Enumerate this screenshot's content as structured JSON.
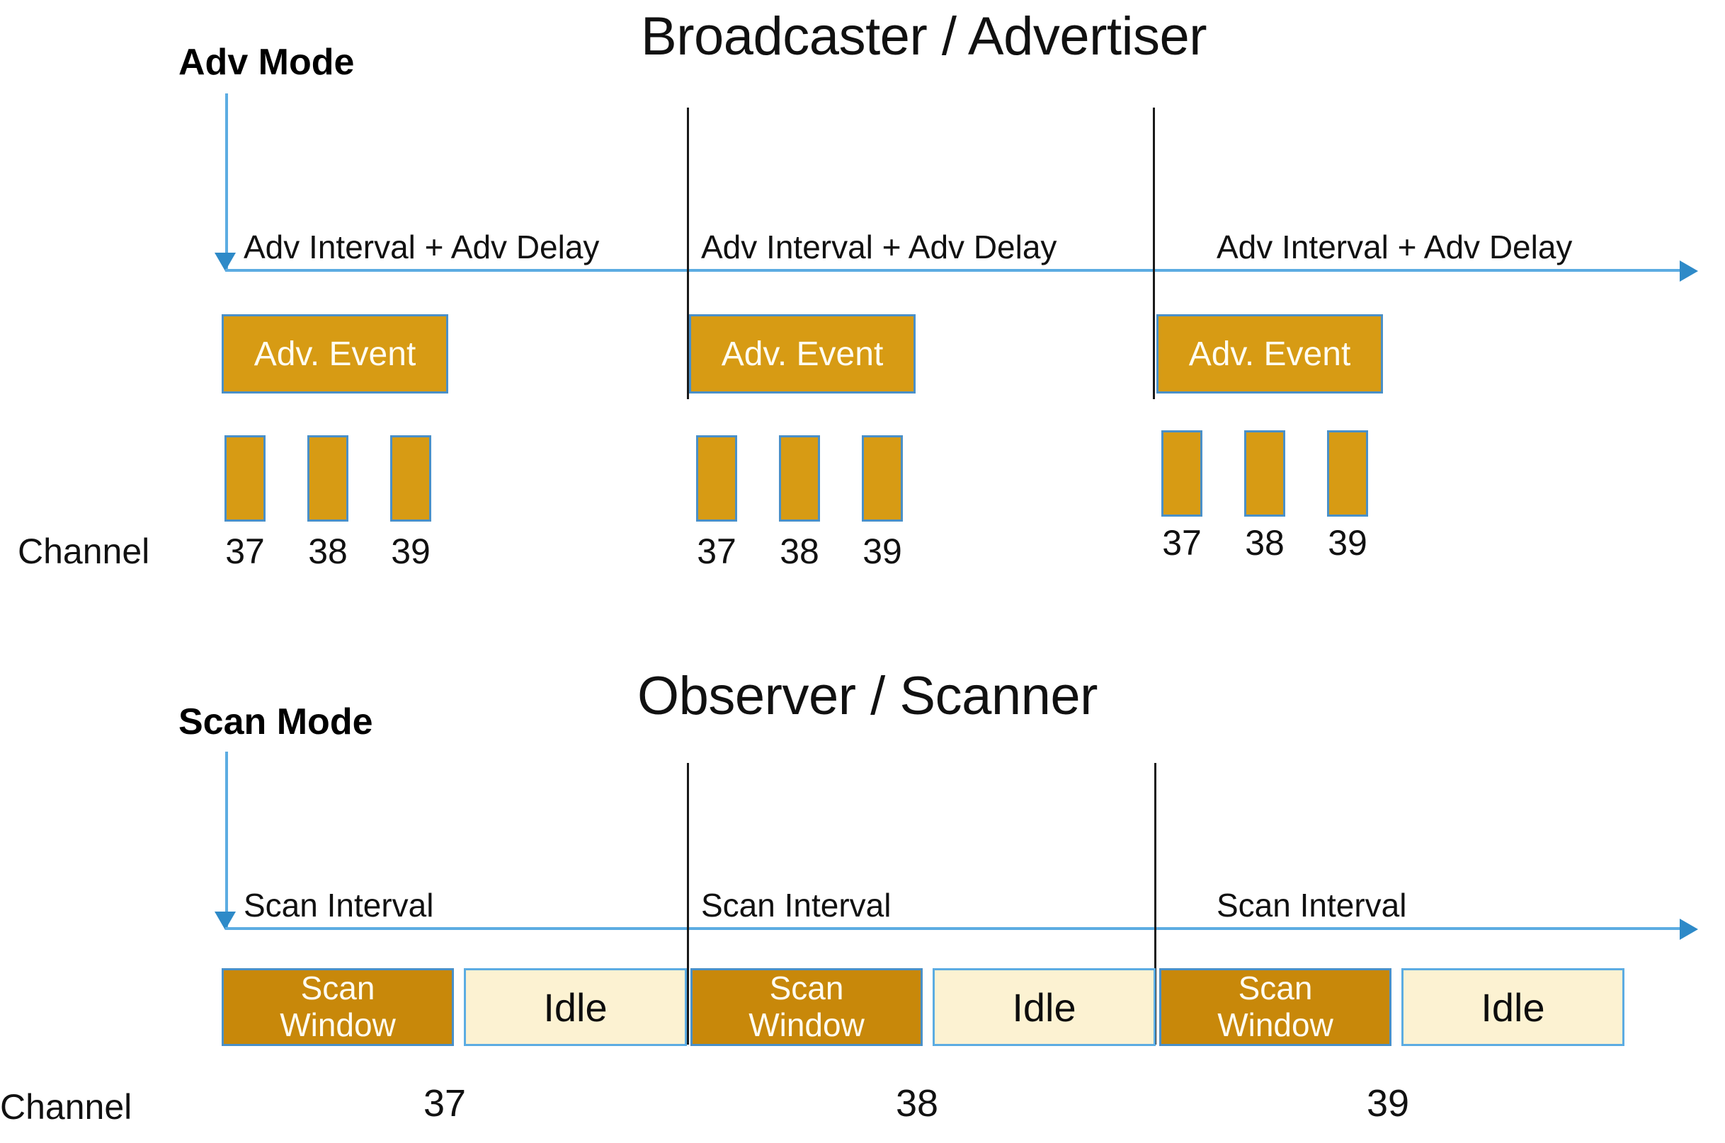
{
  "diagram": {
    "background_color": "#ffffff",
    "accent_orange": "#D79B14",
    "accent_orange_dark": "#C8880A",
    "accent_cream": "#FCF2D2",
    "accent_blue": "#5CACE2",
    "border_blue": "#4A90C8",
    "divider_black": "#1a1a1a"
  },
  "advertiser": {
    "title": "Broadcaster / Advertiser",
    "mode_label": "Adv Mode",
    "channel_word": "Channel",
    "intervals": [
      {
        "label": "Adv Interval + Adv Delay"
      },
      {
        "label": "Adv Interval + Adv Delay"
      },
      {
        "label": "Adv Interval + Adv Delay"
      }
    ],
    "events": [
      {
        "label": "Adv. Event",
        "channels": [
          "37",
          "38",
          "39"
        ]
      },
      {
        "label": "Adv. Event",
        "channels": [
          "37",
          "38",
          "39"
        ]
      },
      {
        "label": "Adv. Event",
        "channels": [
          "37",
          "38",
          "39"
        ]
      }
    ]
  },
  "scanner": {
    "title": "Observer / Scanner",
    "mode_label": "Scan Mode",
    "channel_word": "Channel",
    "intervals": [
      {
        "label": "Scan Interval"
      },
      {
        "label": "Scan Interval"
      },
      {
        "label": "Scan Interval"
      }
    ],
    "cycles": [
      {
        "window_line1": "Scan",
        "window_line2": "Window",
        "idle": "Idle",
        "channel": "37"
      },
      {
        "window_line1": "Scan",
        "window_line2": "Window",
        "idle": "Idle",
        "channel": "38"
      },
      {
        "window_line1": "Scan",
        "window_line2": "Window",
        "idle": "Idle",
        "channel": "39"
      }
    ]
  }
}
